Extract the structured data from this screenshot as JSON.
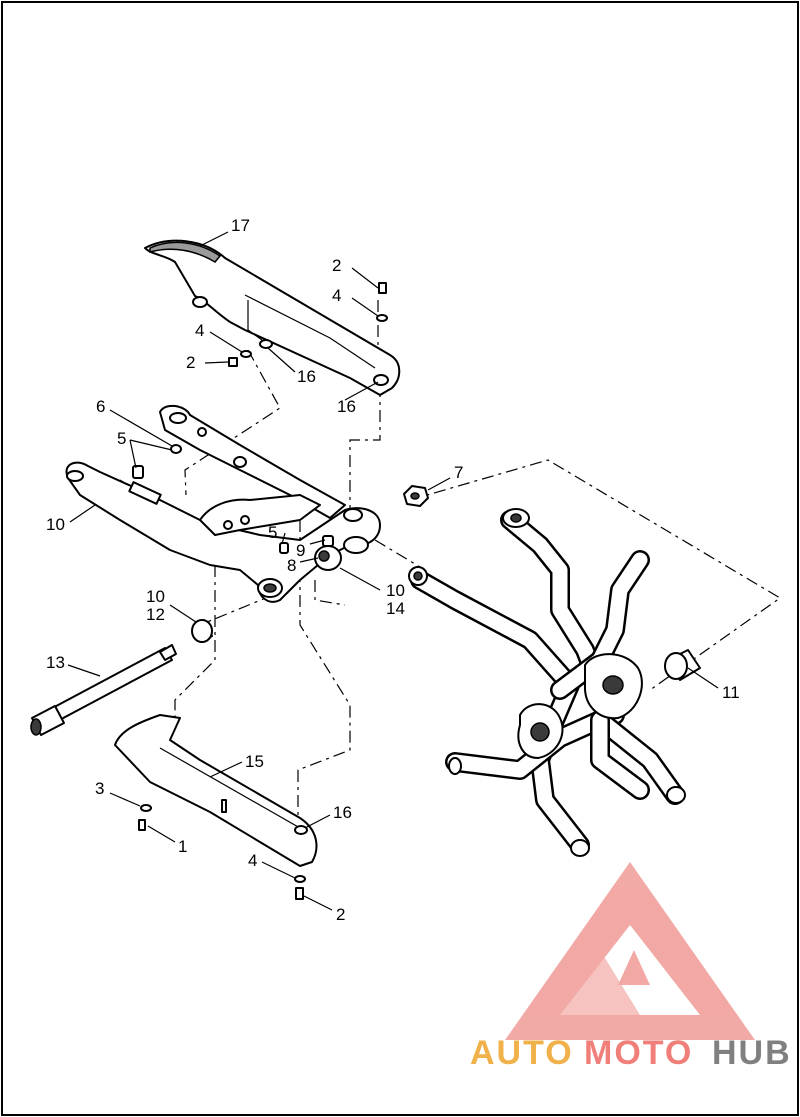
{
  "callouts": {
    "c17": "17",
    "c2_top": "2",
    "c4_top": "4",
    "c4_left": "4",
    "c2_left": "2",
    "c16_upper": "16",
    "c16_right": "16",
    "c6": "6",
    "c5_left": "5",
    "c7": "7",
    "c10_left": "10",
    "c5_mid": "5",
    "c9": "9",
    "c8": "8",
    "c10_mid": "10",
    "c14": "14",
    "c10_low": "10",
    "c12": "12",
    "c11": "11",
    "c13": "13",
    "c15": "15",
    "c3": "3",
    "c16_low": "16",
    "c1": "1",
    "c4_low": "4",
    "c2_low": "2"
  },
  "watermark": {
    "part1": "AUTO",
    "part2": "MOTO",
    "part3": "HUB",
    "colors": {
      "auto": "#f0b04a",
      "moto": "#f07f7a",
      "hub": "#808080"
    }
  }
}
